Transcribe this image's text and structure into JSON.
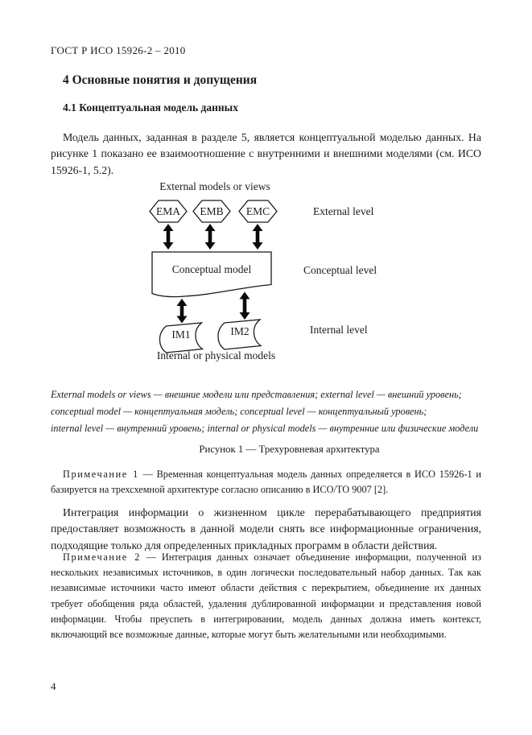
{
  "page": {
    "header": "ГОСТ Р ИСО 15926-2 – 2010",
    "page_number": "4"
  },
  "headings": {
    "section": "4 Основные понятия и допущения",
    "subsection": "4.1 Концептуальная модель данных"
  },
  "paragraphs": {
    "p1": "Модель данных, заданная в разделе 5, является концептуальной моделью данных. На рисунке 1 показано ее взаимоотношение с внутренними и внешними моделями (см. ИСО 15926-1, 5.2).",
    "p2": "Интеграция информации о жизненном цикле перерабатывающего предприятия предоставляет возможность в данной модели снять все информационные ограничения, подходящие только для определенных прикладных программ в области действия."
  },
  "figure": {
    "top_label": "External models or views",
    "hexagons": [
      "EMA",
      "EMB",
      "EMC"
    ],
    "conceptual_box": "Conceptual model",
    "internal_models": [
      "IM1",
      "IM2"
    ],
    "levels": {
      "external": "External level",
      "conceptual": "Conceptual level",
      "internal": "Internal level"
    },
    "bottom_label": "Internal or physical models",
    "legend_lines": [
      "External models or views — внешние модели или представления; external level — внешний уровень;",
      "conceptual model — концептуальная модель; conceptual level — концептуальный уровень;",
      "internal level — внутренний уровень; internal or physical models — внутренние или физические модели"
    ],
    "caption": "Рисунок 1 — Трехуровневая архитектура"
  },
  "notes": {
    "note1": {
      "label": "Примечание 1",
      "text": "— Временная концептуальная модель данных определяется в ИСО 15926-1 и базируется на трехсхемной архитектуре согласно описанию в ИСО/ТО 9007 [2]."
    },
    "note2": {
      "label": "Примечание 2",
      "text": "— Интеграция данных означает объединение информации, полученной из нескольких независимых источников, в один логически последовательный набор данных. Так как независимые источники часто имеют области действия с перекрытием, объединение их данных требует обобщения ряда областей, удаления дублированной информации и представления новой информации. Чтобы преуспеть в интегрировании, модель данных должна иметь контекст, включающий все возможные данные, которые могут быть желательными или необходимыми."
    }
  }
}
